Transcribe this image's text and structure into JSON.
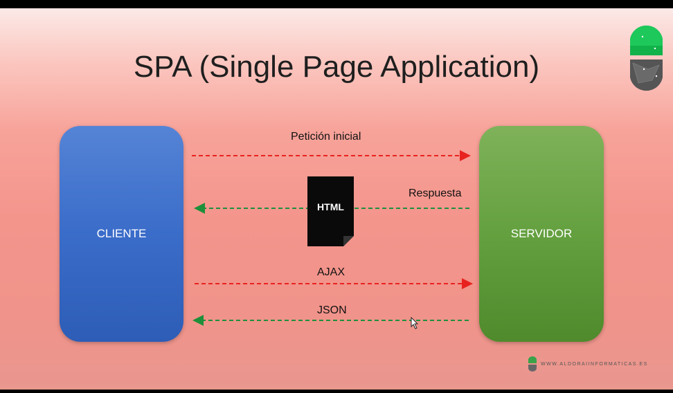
{
  "title": "SPA (Single Page Application)",
  "client": {
    "label": "CLIENTE"
  },
  "server": {
    "label": "SERVIDOR"
  },
  "arrows": [
    {
      "label": "Petición inicial",
      "direction": "to-server",
      "color": "#e8231f"
    },
    {
      "label": "Respuesta",
      "direction": "to-client",
      "color": "#1e8f3a"
    },
    {
      "label": "AJAX",
      "direction": "to-server",
      "color": "#e8231f"
    },
    {
      "label": "JSON",
      "direction": "to-client",
      "color": "#1e8f3a"
    }
  ],
  "document": {
    "label": "HTML"
  },
  "watermark": {
    "text": "WWW.ALDORAIINFORMATICAS.ES"
  },
  "icons": [
    "logo-icon",
    "cursor-icon",
    "document-icon"
  ]
}
